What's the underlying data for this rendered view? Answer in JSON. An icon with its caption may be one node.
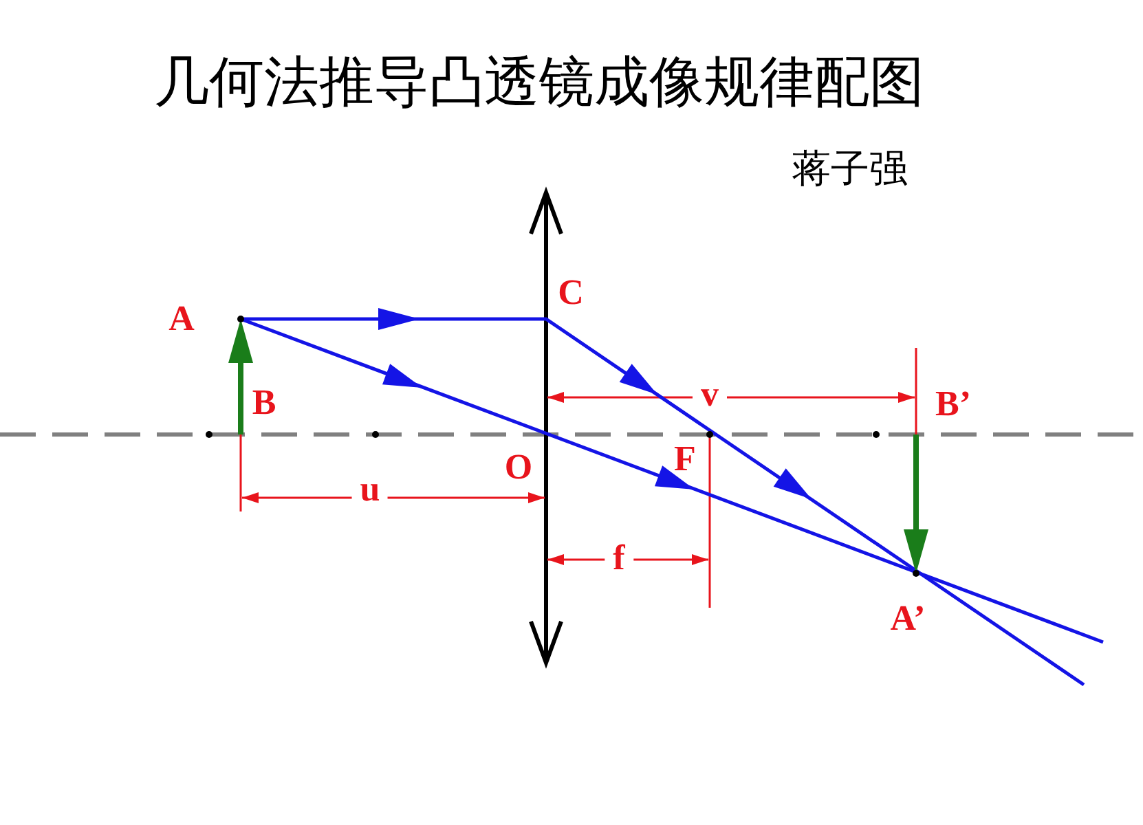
{
  "diagram": {
    "title": "几何法推导凸透镜成像规律配图",
    "labels": [
      "蒋子强",
      "A",
      "C",
      "B",
      "v",
      "B’",
      "O",
      "F",
      "u",
      "f",
      "A’"
    ]
  }
}
